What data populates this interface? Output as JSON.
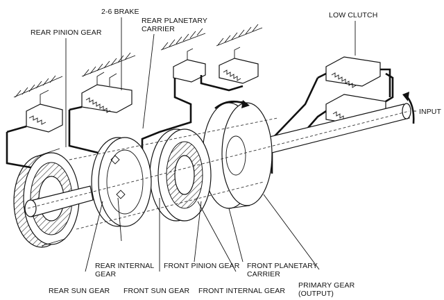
{
  "labels": {
    "brake_26": "2-6 BRAKE",
    "rear_pinion_gear": "REAR PINION GEAR",
    "rear_planetary_carrier": [
      "REAR PLANETARY",
      "CARRIER"
    ],
    "low_clutch": "LOW CLUTCH",
    "input": "INPUT",
    "rear_internal_gear": [
      "REAR INTERNAL",
      "GEAR"
    ],
    "front_pinion_gear": "FRONT PINION GEAR",
    "front_planetary_carrier": [
      "FRONT PLANETARY",
      "CARRIER"
    ],
    "rear_sun_gear": "REAR SUN GEAR",
    "front_sun_gear": "FRONT SUN GEAR",
    "front_internal_gear": "FRONT INTERNAL GEAR",
    "primary_gear_output": [
      "PRIMARY GEAR",
      "(OUTPUT)"
    ]
  }
}
